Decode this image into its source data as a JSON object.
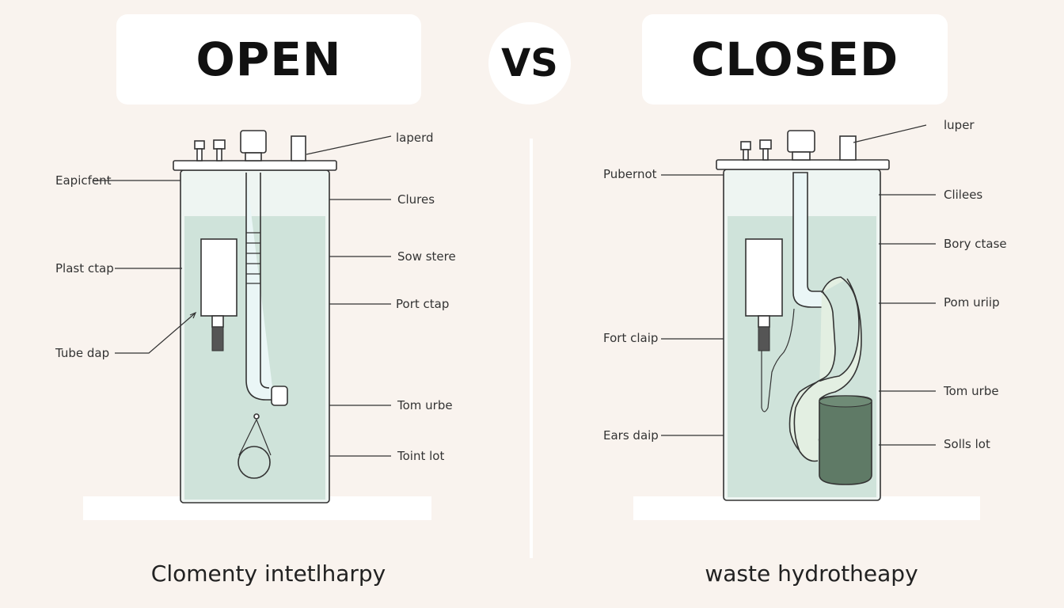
{
  "header": {
    "left_title": "OPEN",
    "vs": "VS",
    "right_title": "CLOSED"
  },
  "open": {
    "caption": "Clomenty intetlharpy",
    "labels_left": [
      "Eapicfent",
      "Plast ctap",
      "Tube dap"
    ],
    "labels_right": [
      "laperd",
      "Clures",
      "Sow stere",
      "Port ctap",
      "Tom urbe",
      "Toint lot"
    ]
  },
  "closed": {
    "caption": "waste hydrotheapy",
    "labels_left": [
      "Pubernot",
      "Fort claip",
      "Ears daip"
    ],
    "labels_right": [
      "luper",
      "Clilees",
      "Bory ctase",
      "Pom uriip",
      "Tom urbe",
      "Solls lot"
    ]
  },
  "colors": {
    "background": "#f9f3ee",
    "water": "#cfe3da",
    "bin": "#5f7a66"
  }
}
